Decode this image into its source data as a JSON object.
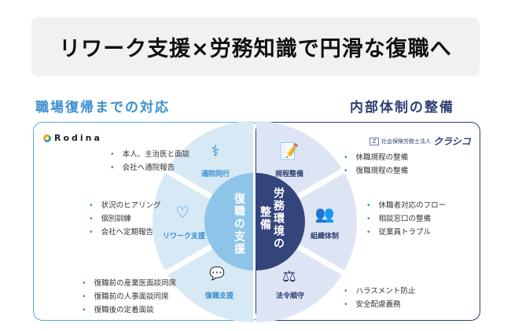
{
  "title": "リワーク支援×労務知識で円滑な復職へ",
  "left": {
    "heading": "職場復帰までの対応",
    "logo": "Rodina",
    "center": "復職の支援",
    "segments": [
      {
        "label": "通院同行",
        "icon": "stethoscope-icon",
        "bullets": [
          "本人、主治医と面談",
          "会社へ通院報告"
        ]
      },
      {
        "label": "リワーク支援",
        "icon": "heart-hand-icon",
        "bullets": [
          "状況のヒアリング",
          "個別訓練",
          "会社へ定期報告"
        ]
      },
      {
        "label": "復職支援",
        "icon": "chat-bubble-icon",
        "bullets": [
          "復職前の産業医面談同席",
          "復職前の人事面談同席",
          "復職後の定着面談"
        ]
      }
    ]
  },
  "right": {
    "heading": "内部体制の整備",
    "logo_prefix": "社会保険労務士法人",
    "logo_name": "クラシコ",
    "center_line1": "労務環境の",
    "center_line2": "整備",
    "segments": [
      {
        "label": "規程整備",
        "icon": "document-pen-icon",
        "bullets": [
          "休職規程の整備",
          "復職規程の整備"
        ]
      },
      {
        "label": "組織体制",
        "icon": "people-icon",
        "bullets": [
          "休職者対応のフロー",
          "相談窓口の整備",
          "従業員トラブル"
        ]
      },
      {
        "label": "法令順守",
        "icon": "gavel-icon",
        "bullets": [
          "ハラスメント防止",
          "安全配慮義務"
        ]
      }
    ]
  },
  "colors": {
    "left_accent": "#3a8fd0",
    "right_accent": "#2f3f73"
  }
}
